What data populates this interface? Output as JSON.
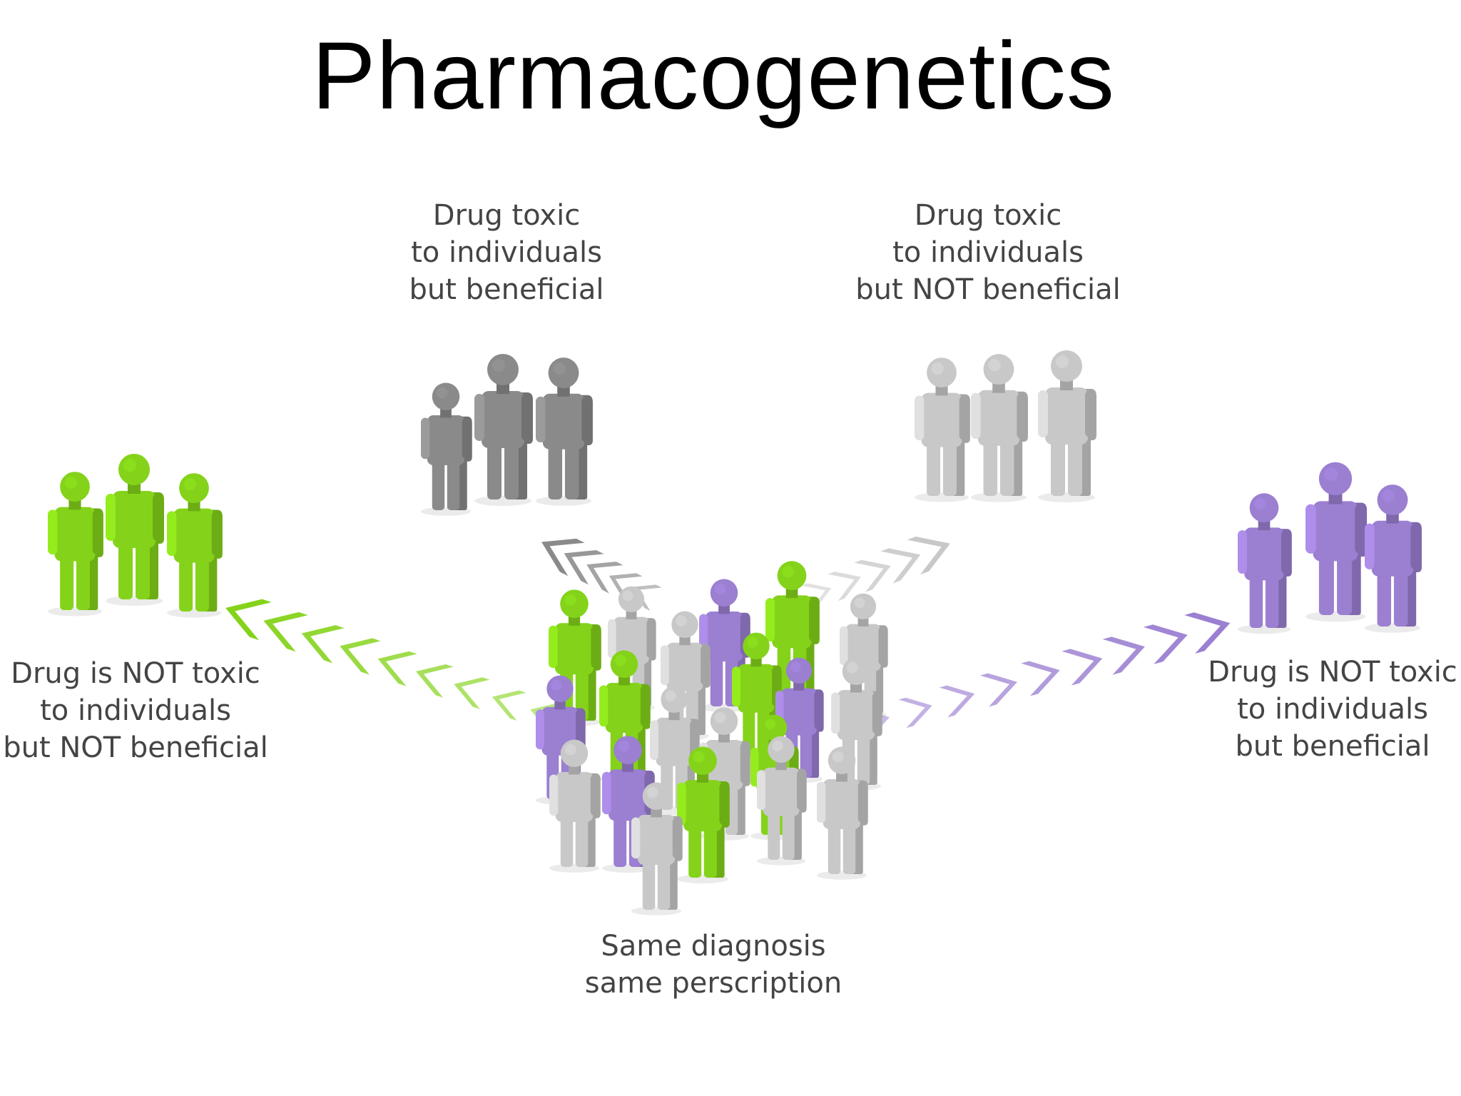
{
  "title": "Pharmacogenetics",
  "colors": {
    "green": "#84d31a",
    "purple": "#9b7fd1",
    "dark_gray": "#8a8a8a",
    "light_gray": "#c8c8c8"
  },
  "groups": [
    {
      "id": "toxic-beneficial",
      "color": "dark_gray",
      "lines": [
        "Drug toxic",
        "to individuals",
        "but beneficial"
      ]
    },
    {
      "id": "toxic-not-beneficial",
      "color": "light_gray",
      "lines": [
        "Drug toxic",
        "to individuals",
        "but NOT beneficial"
      ]
    },
    {
      "id": "not-toxic-not-beneficial",
      "color": "green",
      "lines": [
        "Drug is NOT toxic",
        "to individuals",
        "but NOT beneficial"
      ]
    },
    {
      "id": "not-toxic-beneficial",
      "color": "purple",
      "lines": [
        "Drug is NOT toxic",
        "to individuals",
        "but beneficial"
      ]
    }
  ],
  "center": {
    "lines": [
      "Same diagnosis",
      "same perscription"
    ]
  }
}
